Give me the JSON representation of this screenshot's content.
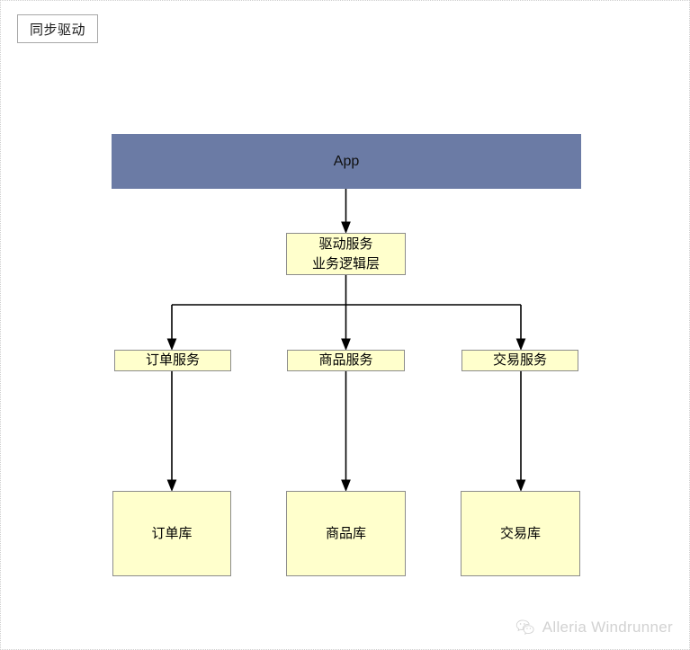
{
  "page": {
    "title_label": "同步驱动",
    "background_color": "#ffffff",
    "border_color": "#cfcfcf"
  },
  "colors": {
    "app_bar_fill": "#6b7ba5",
    "node_fill": "#ffffcc",
    "node_border": "#8c8c8c",
    "connector": "#000000",
    "watermark": "#d2d2d2"
  },
  "diagram": {
    "type": "layered-architecture-flow",
    "app": {
      "label": "App"
    },
    "middle": {
      "line1": "驱动服务",
      "line2": "业务逻辑层"
    },
    "services": [
      {
        "label": "订单服务"
      },
      {
        "label": "商品服务"
      },
      {
        "label": "交易服务"
      }
    ],
    "databases": [
      {
        "label": "订单库"
      },
      {
        "label": "商品库"
      },
      {
        "label": "交易库"
      }
    ]
  },
  "watermark": {
    "icon": "wechat-icon",
    "text": "Alleria Windrunner"
  }
}
